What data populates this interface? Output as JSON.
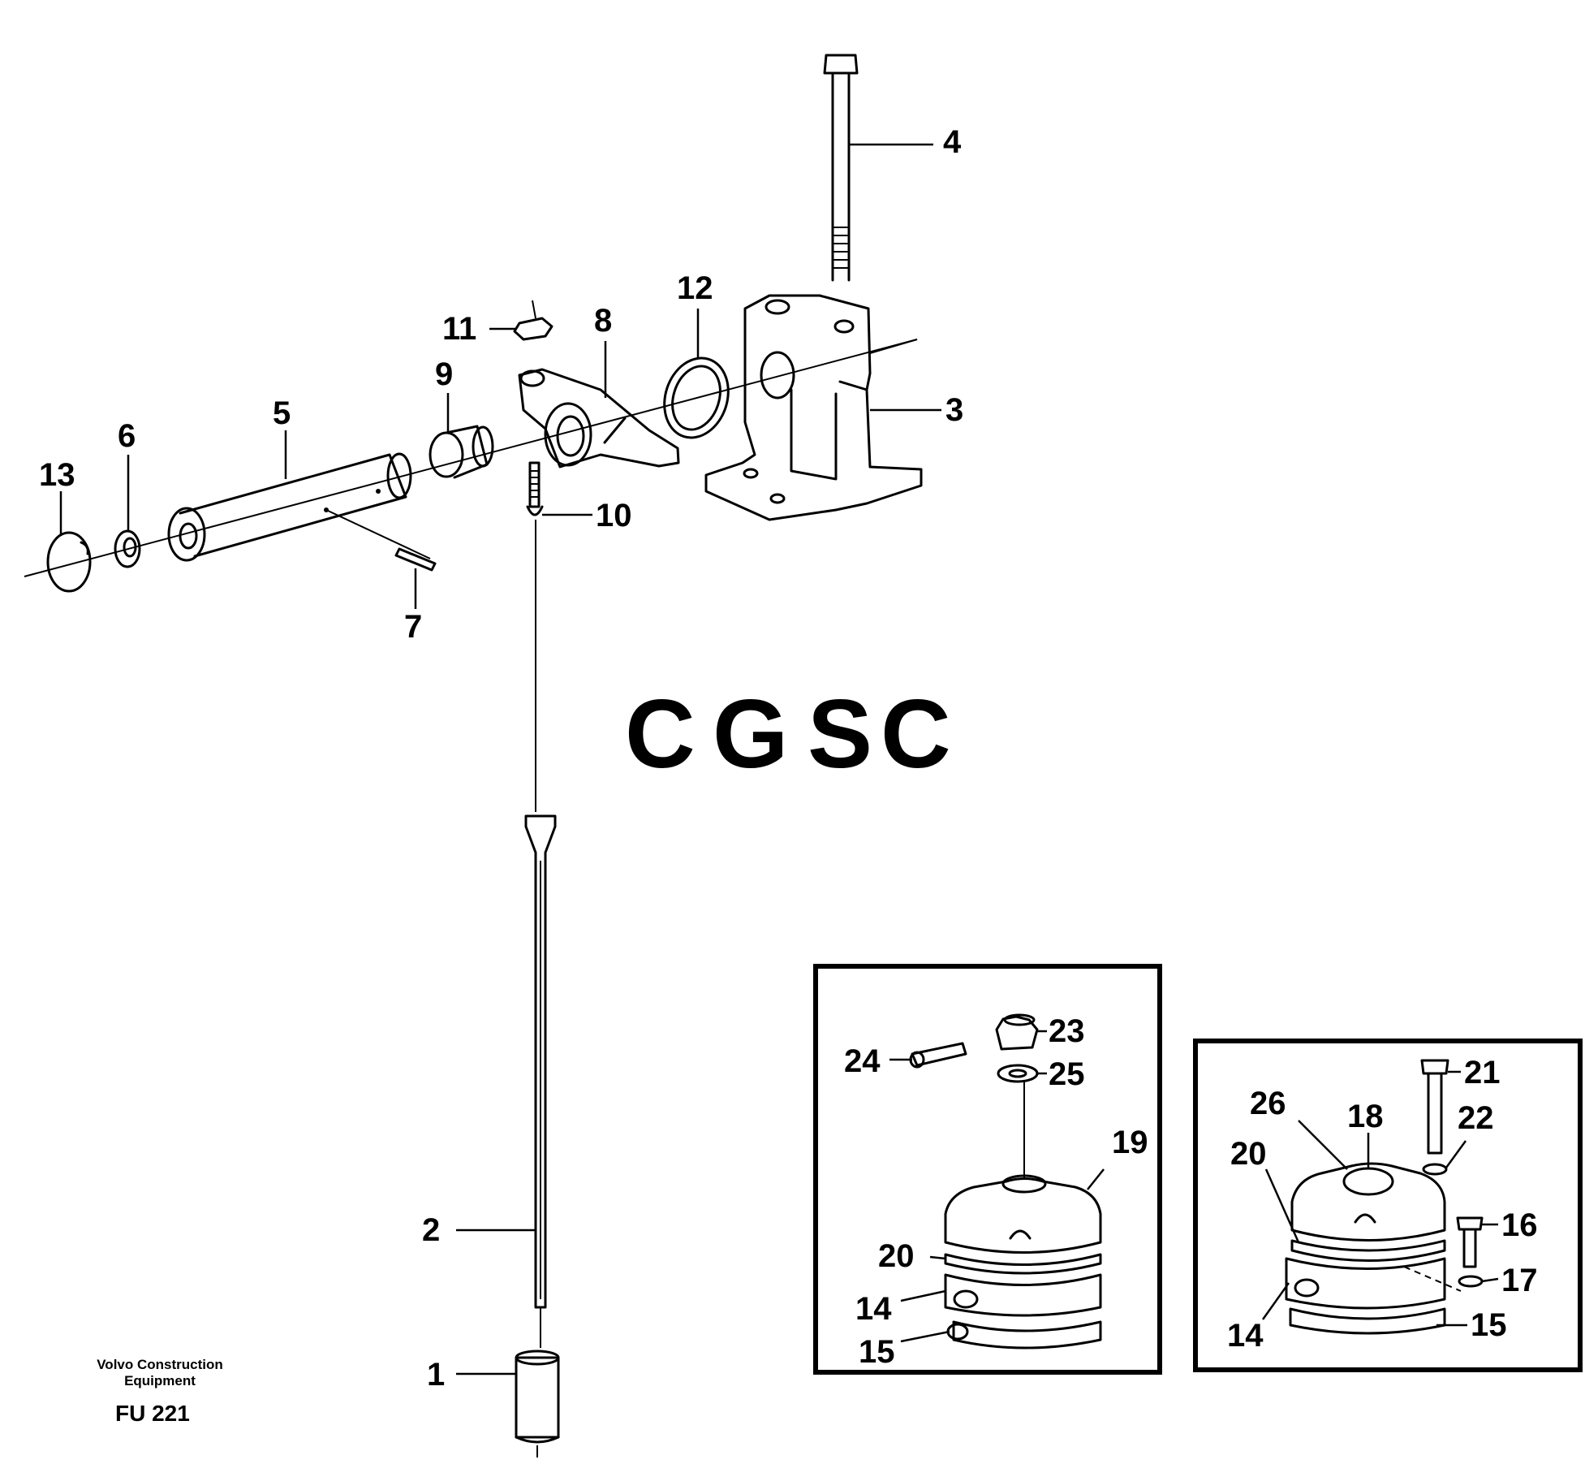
{
  "callouts": {
    "c1": "1",
    "c2": "2",
    "c3": "3",
    "c4": "4",
    "c5": "5",
    "c6": "6",
    "c7": "7",
    "c8": "8",
    "c9": "9",
    "c10": "10",
    "c11": "11",
    "c12": "12",
    "c13": "13",
    "inset_a_23": "23",
    "inset_a_24": "24",
    "inset_a_25": "25",
    "inset_a_19": "19",
    "inset_a_20": "20",
    "inset_a_14": "14",
    "inset_a_15": "15",
    "inset_b_21": "21",
    "inset_b_26": "26",
    "inset_b_18": "18",
    "inset_b_22": "22",
    "inset_b_20": "20",
    "inset_b_16": "16",
    "inset_b_17": "17",
    "inset_b_14": "14",
    "inset_b_15": "15"
  },
  "watermark": {
    "text": "CGSC",
    "letters": [
      "C",
      "G",
      "S",
      "C"
    ],
    "colors": [
      "#8fb4f0",
      "#f29a8e",
      "#f7dc7a",
      "#8ccaa5"
    ]
  },
  "footer": {
    "company_line1": "Volvo Construction",
    "company_line2": "Equipment",
    "drawing_code": "FU 221"
  }
}
